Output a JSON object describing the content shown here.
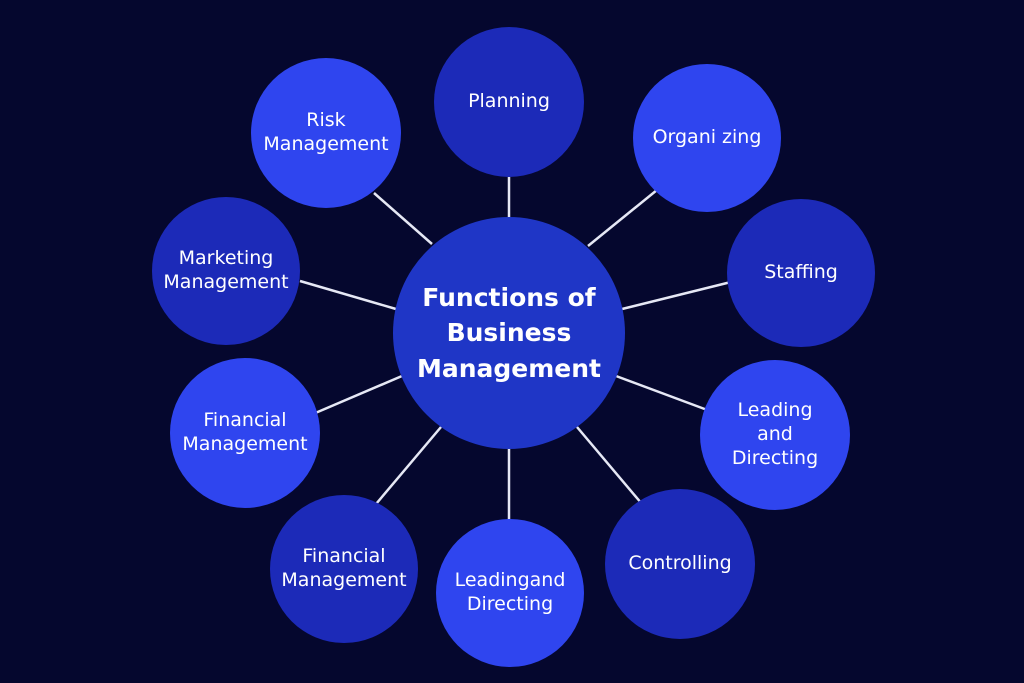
{
  "colors": {
    "background": "#05072e",
    "connector": "#e6e8f5",
    "bright": "#2f45ef",
    "dark": "#1c2ab8",
    "hub": "#1f36c6"
  },
  "center": {
    "label": "Functions of\nBusiness\nManagement",
    "color": "#1f36c6"
  },
  "nodes": [
    {
      "id": "planning",
      "label": "Planning",
      "color": "#1c2ab8"
    },
    {
      "id": "organizing",
      "label": "Organi zing",
      "color": "#2f45ef"
    },
    {
      "id": "staffing",
      "label": "Staffing",
      "color": "#1c2ab8"
    },
    {
      "id": "leading-directing-right",
      "label": "Leading\nand\nDirecting",
      "color": "#2f45ef"
    },
    {
      "id": "controlling",
      "label": "Controlling",
      "color": "#1c2ab8"
    },
    {
      "id": "leading-directing-bottom",
      "label": "Leadingand\nDirecting",
      "color": "#2f45ef"
    },
    {
      "id": "financial-management-bottom",
      "label": "Financial\nManagement",
      "color": "#1c2ab8"
    },
    {
      "id": "financial-management-left",
      "label": "Financial\nManagement",
      "color": "#2f45ef"
    },
    {
      "id": "marketing-management",
      "label": "Marketing\nManagement",
      "color": "#1c2ab8"
    },
    {
      "id": "risk-management",
      "label": "Risk\nManagement",
      "color": "#2f45ef"
    }
  ]
}
